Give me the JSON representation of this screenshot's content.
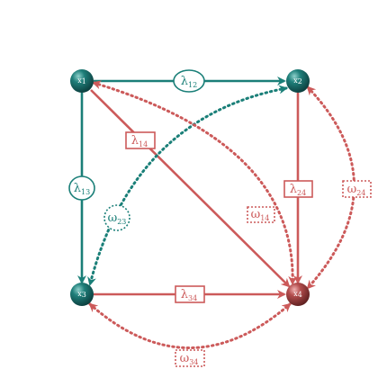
{
  "colors": {
    "teal": "#1a7f78",
    "red": "#cc5a5a",
    "node_teal_dark": "#0b3b3b",
    "node_red_dark": "#6a2424"
  },
  "nodes": [
    {
      "id": "x1",
      "base": "x",
      "sub": "1",
      "color": "teal"
    },
    {
      "id": "x2",
      "base": "x",
      "sub": "2",
      "color": "teal"
    },
    {
      "id": "x3",
      "base": "x",
      "sub": "3",
      "color": "teal"
    },
    {
      "id": "x4",
      "base": "x",
      "sub": "4",
      "color": "red"
    }
  ],
  "labels": {
    "l12": {
      "base": "λ",
      "sub": "12"
    },
    "l13": {
      "base": "λ",
      "sub": "13"
    },
    "l14": {
      "base": "λ",
      "sub": "14"
    },
    "l24": {
      "base": "λ",
      "sub": "24"
    },
    "l34": {
      "base": "λ",
      "sub": "34"
    },
    "w14": {
      "base": "ω",
      "sub": "14"
    },
    "w23": {
      "base": "ω",
      "sub": "23"
    },
    "w24": {
      "base": "ω",
      "sub": "24"
    },
    "w34": {
      "base": "ω",
      "sub": "34"
    }
  }
}
